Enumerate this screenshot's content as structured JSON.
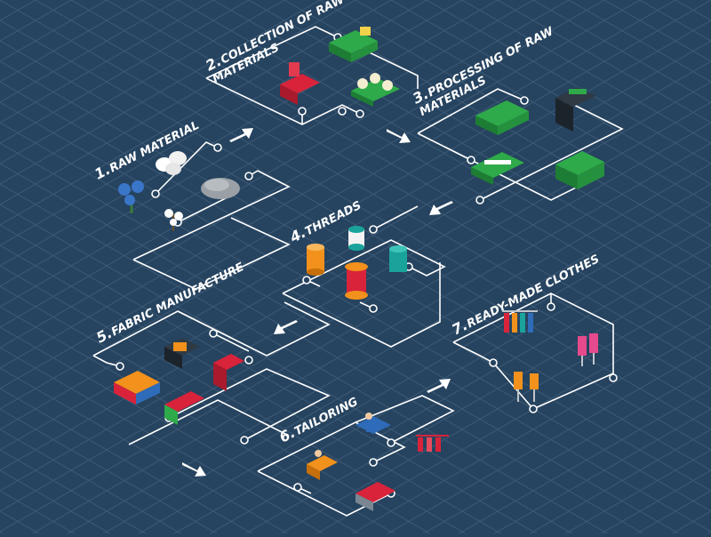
{
  "steps": [
    {
      "num": "1.",
      "label": "RAW MATERIAL",
      "line2": ""
    },
    {
      "num": "2.",
      "label": "COLLECTION OF RAW",
      "line2": "MATERIALS"
    },
    {
      "num": "3.",
      "label": "PROCESSING OF RAW",
      "line2": "MATERIALS"
    },
    {
      "num": "4.",
      "label": "THREADS",
      "line2": ""
    },
    {
      "num": "5.",
      "label": "FABRIC MANUFACTURE",
      "line2": ""
    },
    {
      "num": "6.",
      "label": "TAILORING",
      "line2": ""
    },
    {
      "num": "7.",
      "label": "READY-MADE CLOTHES",
      "line2": ""
    }
  ],
  "colors": {
    "background": "#26435f",
    "grid": "#3d5a76",
    "line": "#ffffff",
    "accent_green": "#2faa4a",
    "accent_red": "#d9233a",
    "accent_orange": "#f2911b",
    "accent_teal": "#1aa39a"
  }
}
